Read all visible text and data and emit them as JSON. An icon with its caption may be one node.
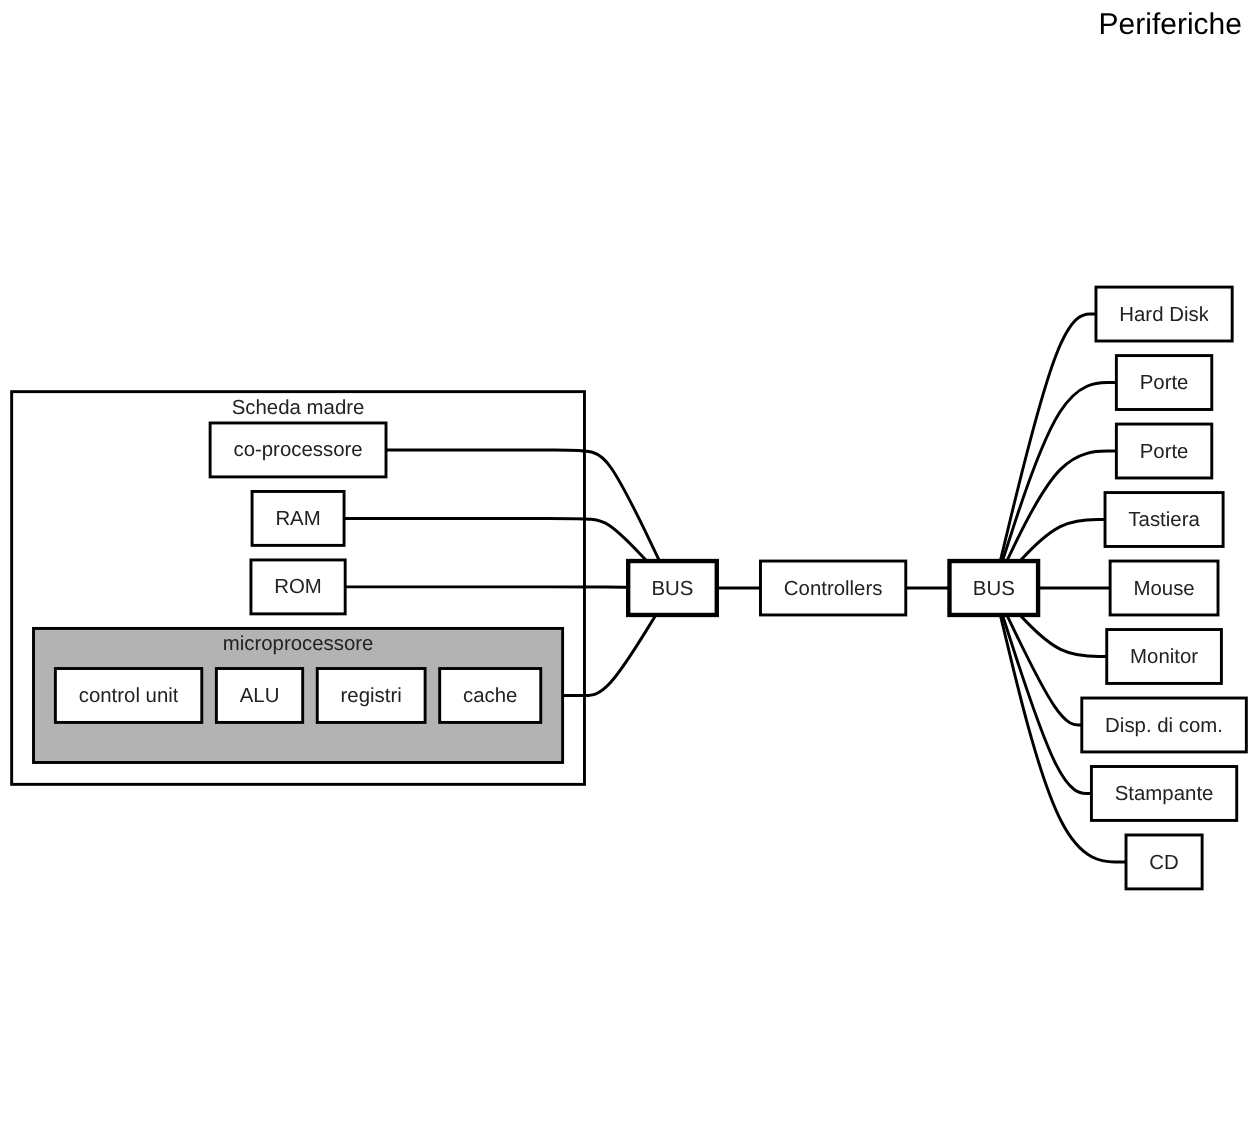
{
  "diagram": {
    "nodes": [
      {
        "text": [
          "Scheda madre"
        ]
      },
      {
        "text": [
          "co-processore"
        ],
        "in": 0
      },
      {
        "text": [
          "microprocessore"
        ],
        "in": 0
      },
      {
        "text": [
          "control unit"
        ],
        "in": 2
      },
      {
        "text": [
          "ALU"
        ],
        "in": 2
      },
      {
        "text": [
          "registri"
        ],
        "in": 2
      },
      {
        "text": [
          "cache"
        ],
        "in": 2
      },
      {
        "text": [
          "RAM"
        ],
        "in": 0
      },
      {
        "text": [
          "ROM"
        ],
        "in": 0
      },
      {
        "text": [
          "BUS"
        ]
      },
      {
        "text": [
          "Controllers"
        ]
      },
      {
        "text": [
          "BUS"
        ]
      },
      {
        "text": [
          "Hard Disk"
        ]
      },
      {
        "text": [
          "Porte"
        ]
      },
      {
        "text": [
          "Porte"
        ]
      },
      {
        "text": [
          "Tastiera"
        ]
      },
      {
        "text": [
          "Mouse"
        ]
      },
      {
        "text": [
          "Monitor"
        ]
      },
      {
        "text": [
          "Disp. di com."
        ]
      },
      {
        "text": [
          "Stampante"
        ]
      },
      {
        "text": [
          "CD"
        ]
      }
    ],
    "edges": [
      {
        "from": 1,
        "to": 9,
        "arrow": "none"
      },
      {
        "from": 2,
        "to": 9,
        "arrow": "none"
      },
      {
        "from": 7,
        "to": 9,
        "arrow": "none"
      },
      {
        "from": 8,
        "to": 9,
        "arrow": "none"
      },
      {
        "from": 9,
        "to": 10,
        "arrow": "none"
      },
      {
        "from": 10,
        "to": 11,
        "arrow": "none"
      },
      {
        "from": 11,
        "to": 12,
        "arrow": "none"
      },
      {
        "from": 11,
        "to": 13,
        "arrow": "none"
      },
      {
        "from": 11,
        "to": 14,
        "arrow": "none"
      },
      {
        "from": 11,
        "to": 15,
        "arrow": "none"
      },
      {
        "from": 11,
        "to": 16,
        "arrow": "none"
      },
      {
        "from": 11,
        "to": 17,
        "arrow": "none"
      },
      {
        "from": 11,
        "to": 18,
        "arrow": "none"
      },
      {
        "from": 11,
        "to": 19,
        "arrow": "none"
      },
      {
        "from": 11,
        "to": 20,
        "arrow": "none"
      }
    ],
    "labels": [
      "Periferiche"
    ]
  }
}
